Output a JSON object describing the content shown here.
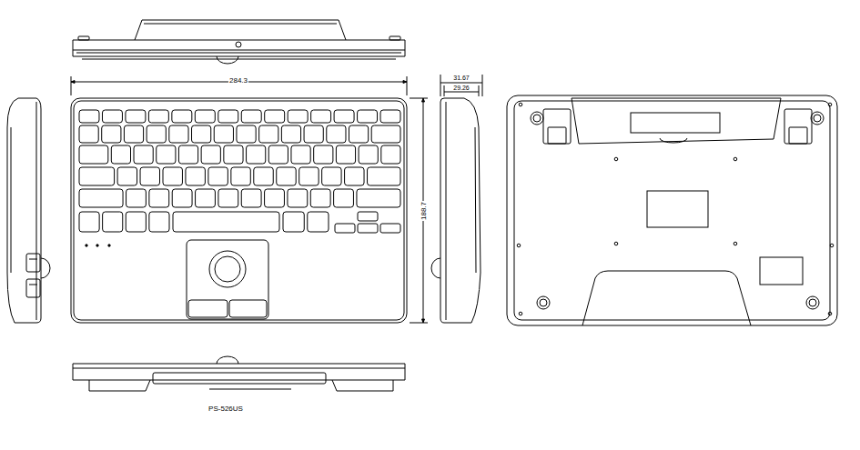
{
  "diagram": {
    "labels": [
      "284.3",
      "31.67",
      "29.26",
      "188.7",
      "PS-526US"
    ]
  }
}
